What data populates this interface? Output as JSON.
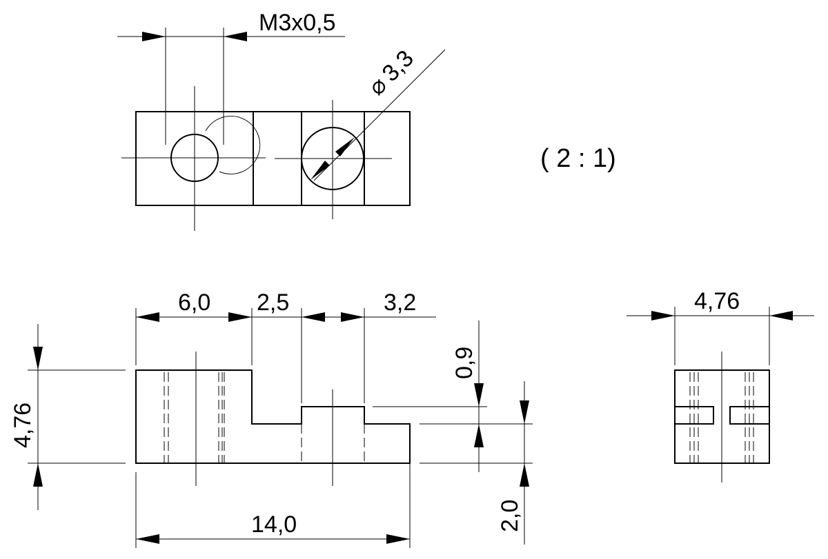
{
  "scale_label": "( 2 : 1)",
  "top_view": {
    "thread_label": "M3x0,5",
    "diameter_symbol": "⌀",
    "diameter_value": "3,3"
  },
  "front_view": {
    "dim_width_section_1": "6,0",
    "dim_width_section_2": "2,5",
    "dim_width_section_3": "3,2",
    "dim_total_width": "14,0",
    "dim_height": "4,76",
    "dim_step_height": "0,9",
    "dim_base_height": "2,0"
  },
  "side_view": {
    "dim_depth": "4,76"
  }
}
